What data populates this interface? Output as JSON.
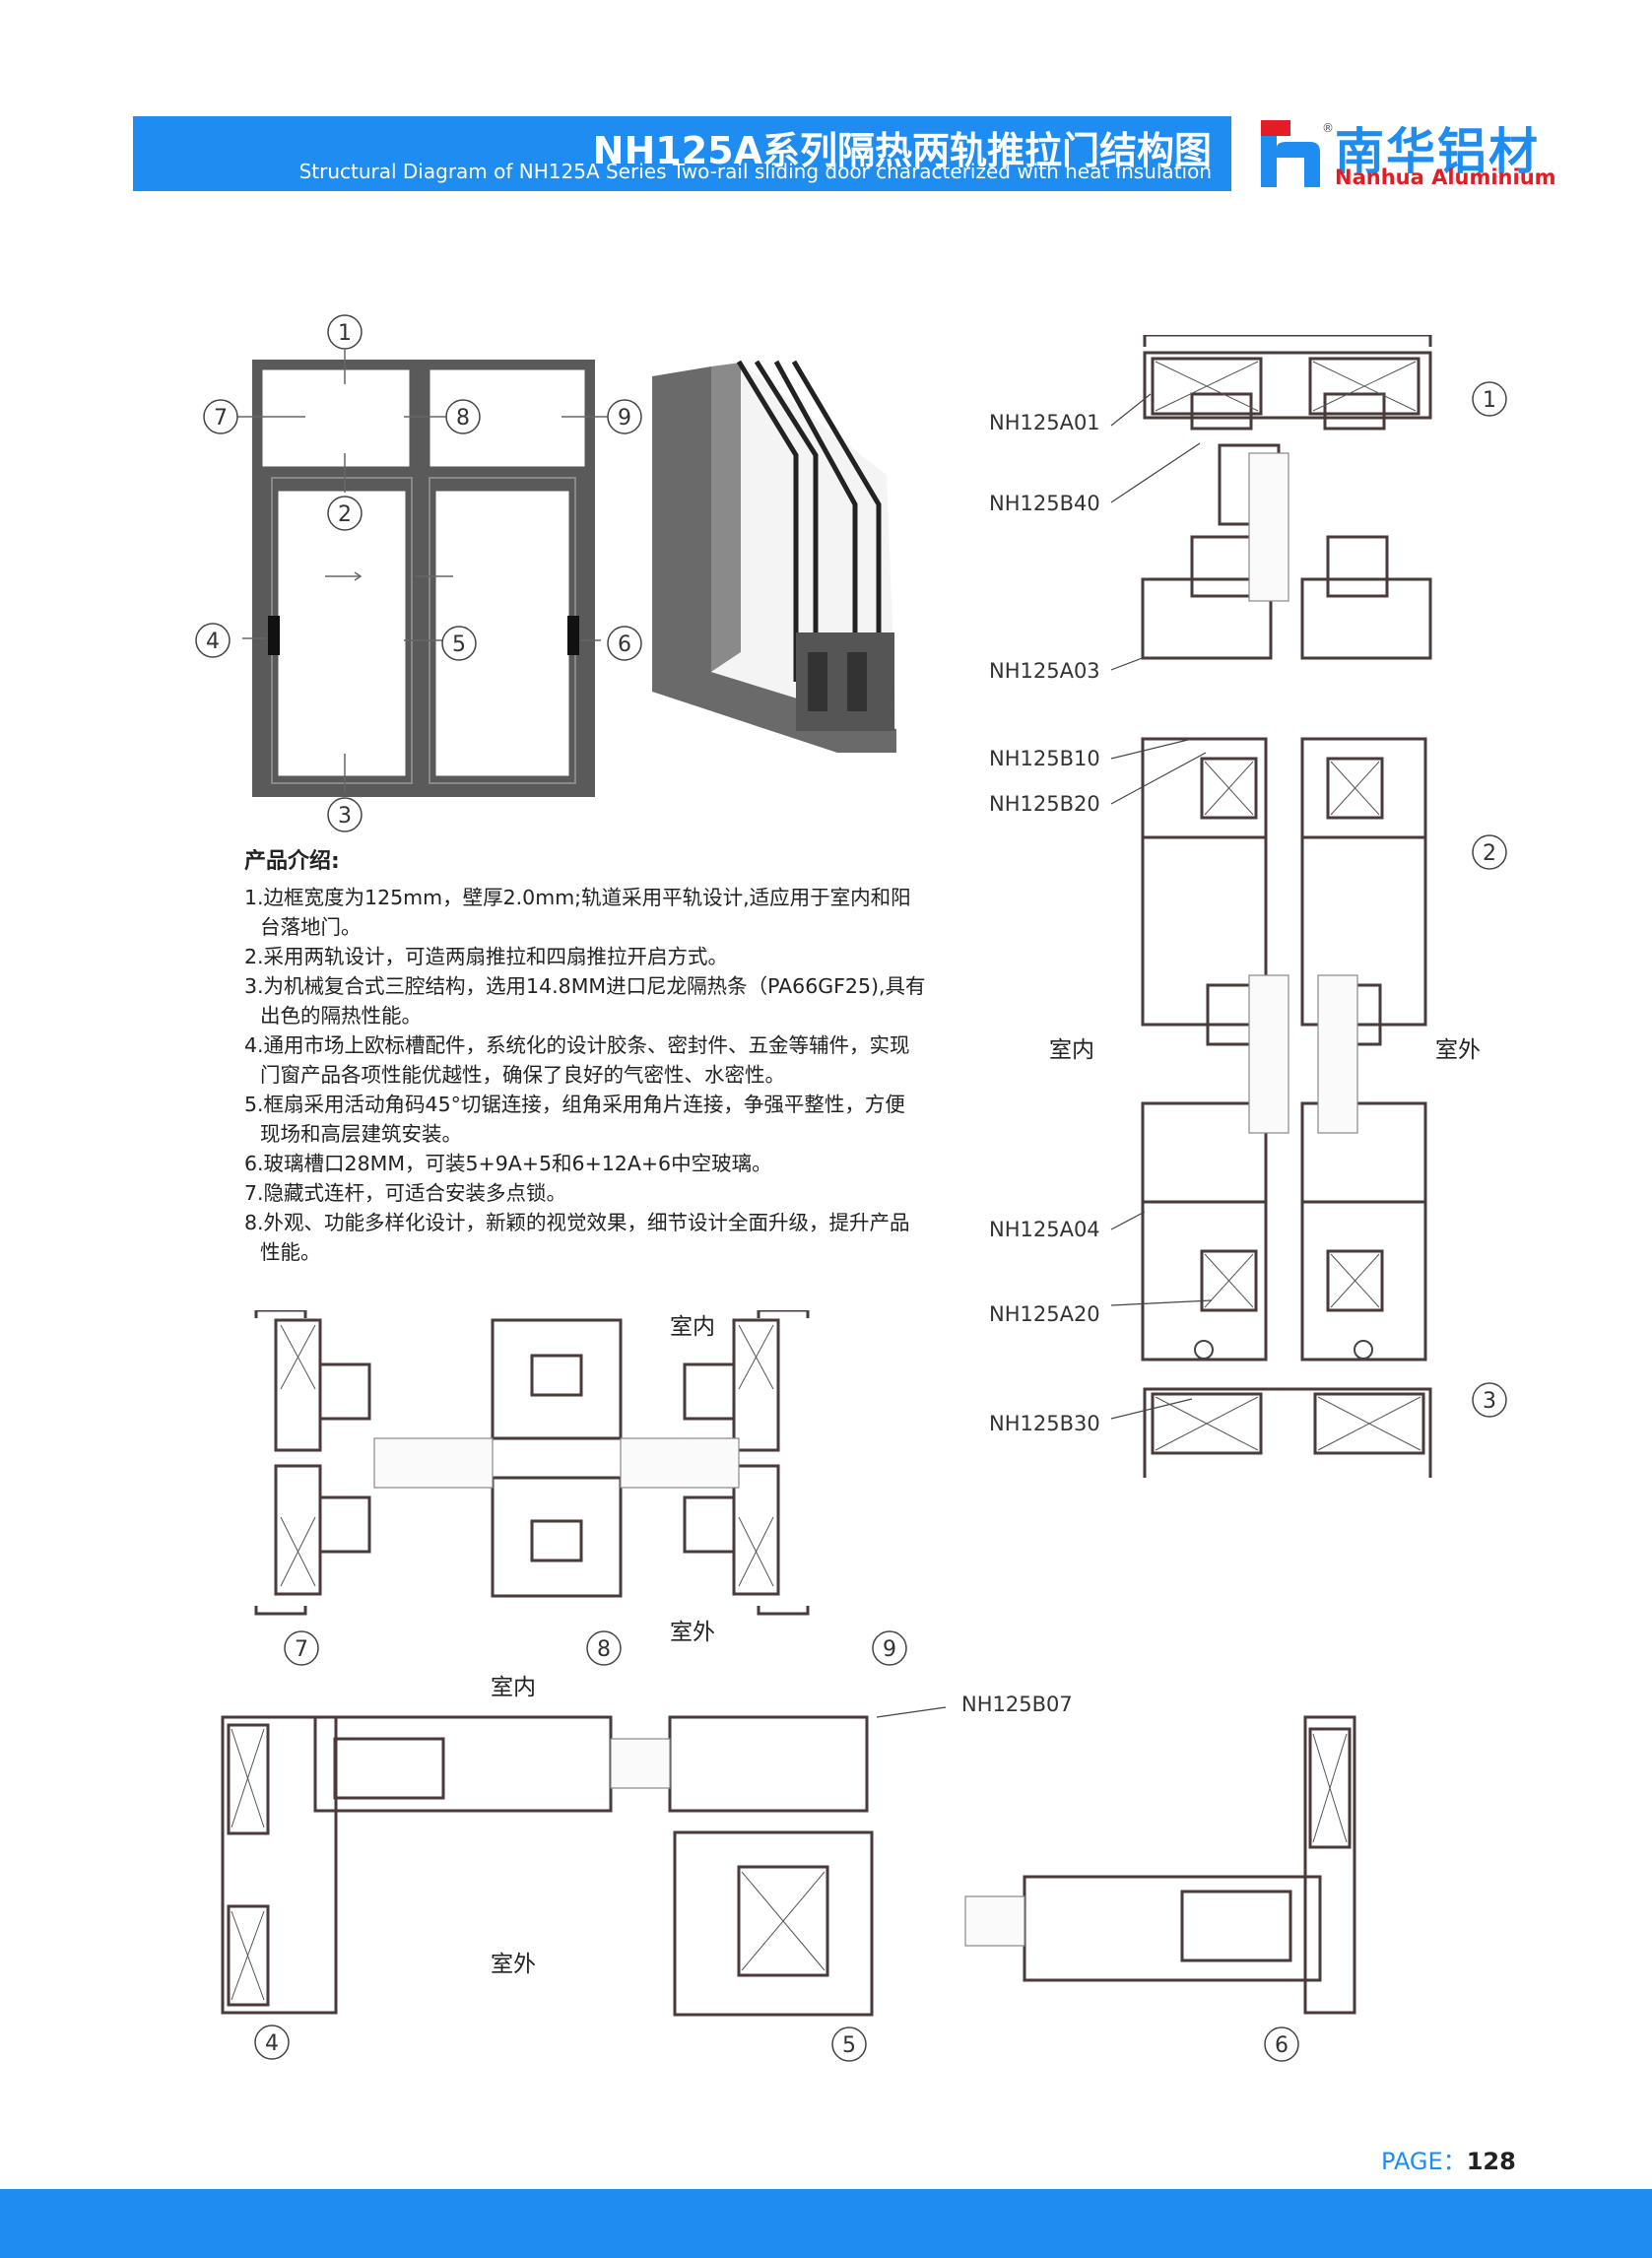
{
  "header": {
    "title": "NH125A系列隔热两轨推拉门结构图",
    "subtitle": "Structural Diagram of NH125A Series Two-rail sliding door characterized with heat insulation"
  },
  "brand": {
    "name_cn": "南华铝材",
    "name_en": "Nanhua Aluminium",
    "registered_mark": "®",
    "colors": {
      "blue": "#1f8cf2",
      "red": "#e31d23"
    }
  },
  "callouts": [
    "1",
    "2",
    "3",
    "4",
    "5",
    "6",
    "7",
    "8",
    "9"
  ],
  "vertical_section": {
    "labels": [
      "NH125A01",
      "NH125B40",
      "NH125A03",
      "NH125B10",
      "NH125B20",
      "NH125A04",
      "NH125A20",
      "NH125B30"
    ],
    "indoor": "室内",
    "outdoor": "室外"
  },
  "bottom_section_1": {
    "indoor": "室内",
    "outdoor": "室外"
  },
  "bottom_section_2": {
    "indoor": "室内",
    "outdoor": "室外",
    "label": "NH125B07"
  },
  "intro": {
    "title": "产品介绍:",
    "items": [
      [
        "1.边框宽度为125mm，壁厚2.0mm;轨道采用平轨设计,适应用于室内和阳",
        "台落地门。"
      ],
      [
        "2.采用两轨设计，可造两扇推拉和四扇推拉开启方式。"
      ],
      [
        "3.为机械复合式三腔结构，选用14.8MM进口尼龙隔热条（PA66GF25),具有",
        "出色的隔热性能。"
      ],
      [
        "4.通用市场上欧标槽配件，系统化的设计胶条、密封件、五金等辅件，实现",
        "门窗产品各项性能优越性，确保了良好的气密性、水密性。"
      ],
      [
        "5.框扇采用活动角码45°切锯连接，组角采用角片连接，争强平整性，方便",
        "现场和高层建筑安装。"
      ],
      [
        "6.玻璃槽口28MM，可装5+9A+5和6+12A+6中空玻璃。"
      ],
      [
        "7.隐藏式连杆，可适合安装多点锁。"
      ],
      [
        "8.外观、功能多样化设计，新颖的视觉效果，细节设计全面升级，提升产品",
        "性能。"
      ]
    ]
  },
  "footer": {
    "page_label": "PAGE：",
    "page_number": "128"
  }
}
